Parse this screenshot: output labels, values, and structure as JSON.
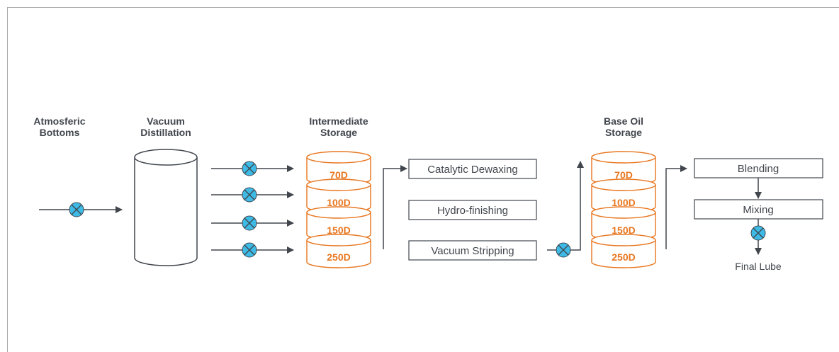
{
  "stages": {
    "atmospheric_bottoms": [
      "Atmosferic",
      "Bottoms"
    ],
    "vacuum_distillation": [
      "Vacuum",
      "Distillation"
    ],
    "intermediate_storage": [
      "Intermediate",
      "Storage"
    ],
    "base_oil_storage": [
      "Base Oil",
      "Storage"
    ]
  },
  "grades": [
    "70D",
    "100D",
    "150D",
    "250D"
  ],
  "processes": [
    "Catalytic Dewaxing",
    "Hydro-finishing",
    "Vacuum Stripping"
  ],
  "finishing": [
    "Blending",
    "Mixing"
  ],
  "final_product": "Final Lube",
  "colors": {
    "line": "#41464d",
    "tank_orange": "#e8761f",
    "valve_fill": "#3dbbe6",
    "box_border": "#41464d"
  },
  "icons": {
    "valve": "valve-icon",
    "arrow": "arrow-head-icon",
    "column": "vacuum-column-icon",
    "tank": "storage-tank-icon"
  }
}
